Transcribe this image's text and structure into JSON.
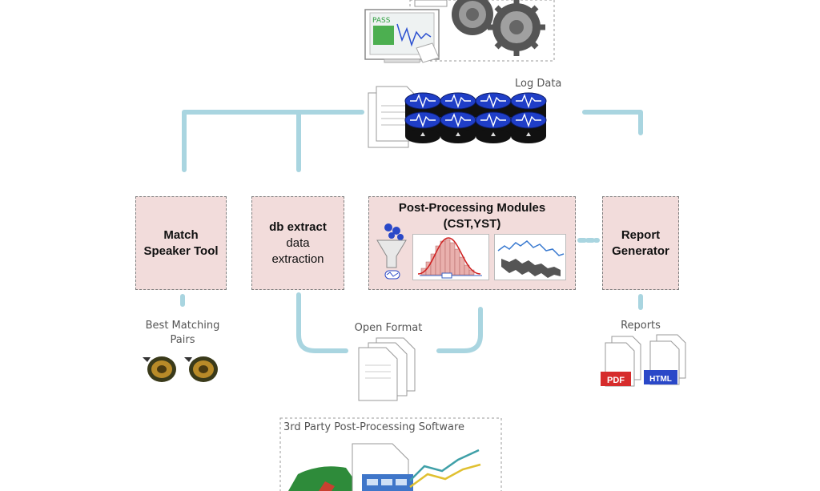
{
  "labels": {
    "log_data": "Log Data",
    "best_matching": [
      "Best Matching",
      "Pairs"
    ],
    "open_format": "Open Format",
    "reports": "Reports",
    "third_party": "3rd Party Post-Processing Software",
    "pass": "PASS"
  },
  "modules": {
    "match_speaker": [
      "Match",
      "Speaker Tool"
    ],
    "db_extract": [
      "db extract",
      "data",
      "extraction"
    ],
    "post_processing": [
      "Post-Processing Modules",
      "(CST,YST)"
    ],
    "report_generator": [
      "Report",
      "Generator"
    ]
  },
  "report_formats": {
    "pdf": "PDF",
    "html": "HTML"
  },
  "colors": {
    "connector": "#a9d5e0",
    "module_fill": "#f2dcdb",
    "module_border": "#7f7f7f",
    "database": "#1f3ec7",
    "pdf": "#d62c2c",
    "html": "#2a48c8"
  },
  "icons": [
    "test-monitor-icon",
    "gears-icon",
    "document-icon",
    "database-icon",
    "funnel-icon",
    "histogram-icon",
    "line-chart-icon",
    "speaker-icon",
    "pdf-icon",
    "html-icon",
    "files-icon",
    "software-icon"
  ]
}
